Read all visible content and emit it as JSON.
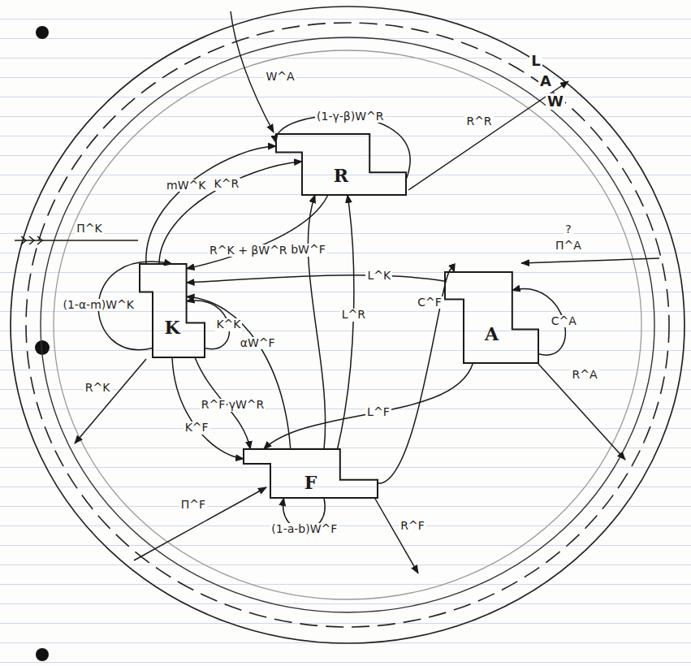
{
  "diagram": {
    "nodes": [
      {
        "text": [
          "R"
        ]
      },
      {
        "text": [
          "K"
        ]
      },
      {
        "text": [
          "A"
        ]
      },
      {
        "text": [
          "F"
        ]
      }
    ],
    "edges": [
      {
        "from": 0,
        "to": 0,
        "arrow": "to",
        "label": "(1-γ-β)W^R"
      },
      {
        "from": 1,
        "to": 0,
        "arrow": "to",
        "label": "K^R"
      },
      {
        "from": 1,
        "to": 0,
        "arrow": "to",
        "label": "mW^K"
      },
      {
        "from": 0,
        "to": 1,
        "arrow": "to",
        "label": "R^K + βW^R"
      },
      {
        "from": 3,
        "to": 0,
        "arrow": "to",
        "label": "bW^F"
      },
      {
        "from": 3,
        "to": 0,
        "arrow": "to",
        "label": "L^R"
      },
      {
        "from": 1,
        "to": 1,
        "arrow": "to",
        "label": "(1-α-m)W^K"
      },
      {
        "from": 1,
        "to": 1,
        "arrow": "to",
        "label": "K^K"
      },
      {
        "from": 3,
        "to": 1,
        "arrow": "to",
        "label": "αW^F"
      },
      {
        "from": 2,
        "to": 1,
        "arrow": "to",
        "label": "L^K"
      },
      {
        "from": 1,
        "to": 3,
        "arrow": "to",
        "label": "K^F"
      },
      {
        "from": 1,
        "to": 3,
        "arrow": "to",
        "label": "R^F·γW^R"
      },
      {
        "from": 2,
        "to": 3,
        "arrow": "to",
        "label": "L^F"
      },
      {
        "from": 3,
        "to": 3,
        "arrow": "to",
        "label": "(1-a-b)W^F"
      },
      {
        "from": 3,
        "to": 2,
        "arrow": "to",
        "label": "C^F"
      },
      {
        "from": 2,
        "to": 2,
        "arrow": "to",
        "label": "C^A"
      }
    ],
    "labels": [
      "L",
      "A",
      "W",
      "W^A",
      "Π^K",
      "Π^A",
      "?",
      "R^R",
      "R^K",
      "R^A",
      "R^F",
      "Π^F"
    ]
  }
}
